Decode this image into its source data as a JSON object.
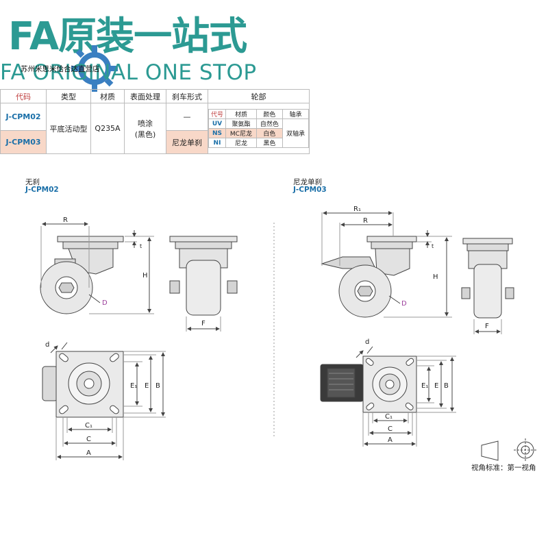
{
  "banner": {
    "logo_main": "FA原装一站式",
    "logo_sub": "FA ORIGINAL ONE STOP",
    "shop_name": "苏州米思米恰合达直营店",
    "brand_color": "#2c9a93"
  },
  "table": {
    "headers": {
      "code": "代码",
      "type": "类型",
      "material": "材质",
      "surface": "表面处理",
      "brake": "刹车形式",
      "wheel": "轮部"
    },
    "rows": [
      {
        "code": "J-CPM02",
        "brake": "—"
      },
      {
        "code": "J-CPM03",
        "brake": "尼龙单刹"
      }
    ],
    "shared": {
      "type": "平底活动型",
      "material": "Q235A",
      "surface_line1": "喷涂",
      "surface_line2": "(黑色)"
    },
    "wheel_headers": {
      "code": "代号",
      "material": "材质",
      "color": "颜色",
      "bearing": "轴承"
    },
    "wheel_rows": [
      {
        "code": "UV",
        "material": "聚氨酯",
        "color": "自然色"
      },
      {
        "code": "NS",
        "material": "MC尼龙",
        "color": "白色"
      },
      {
        "code": "NI",
        "material": "尼龙",
        "color": "黑色"
      }
    ],
    "bearing": "双轴承"
  },
  "drawings": {
    "left_title": "无刹",
    "left_code": "J-CPM02",
    "right_title": "尼龙单刹",
    "right_code": "J-CPM03",
    "dims": {
      "R": "R",
      "R1": "R₁",
      "H": "H",
      "t": "t",
      "D": "D",
      "F": "F",
      "d": "d",
      "A": "A",
      "B": "B",
      "C": "C",
      "C1": "C₁",
      "E": "E",
      "E1": "E₁"
    },
    "view_standard": "视角标准：第一视角"
  }
}
